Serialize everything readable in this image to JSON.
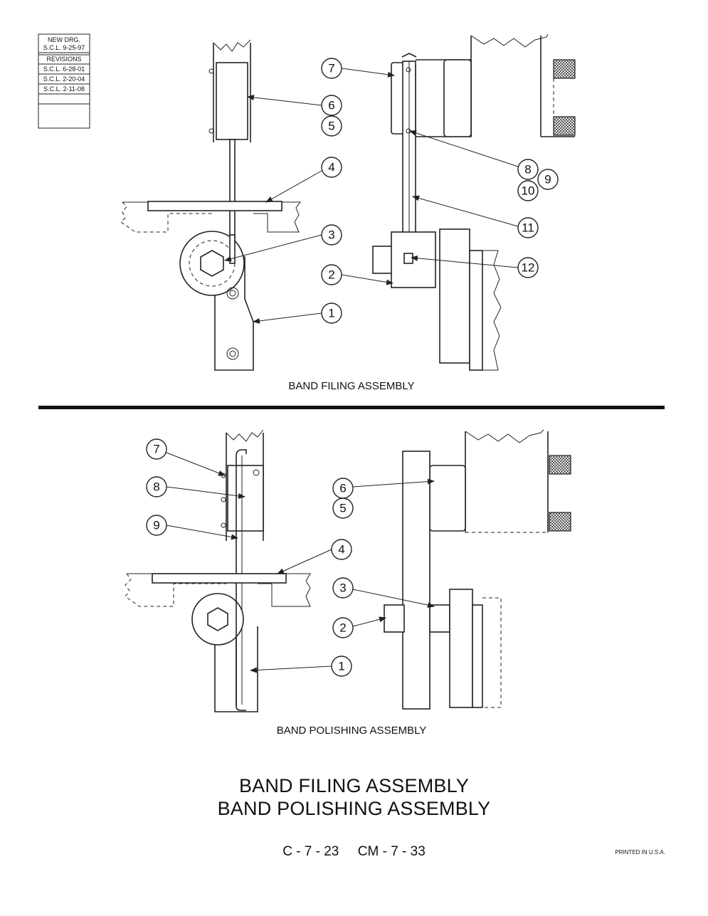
{
  "revision_block": {
    "header": "NEW DRG.",
    "original": "S.C.L. 9-25-97",
    "revisions_label": "REVISIONS",
    "entries": [
      "S.C.L. 6-28-01",
      "S.C.L. 2-20-04",
      "S.C.L. 2-11-08"
    ]
  },
  "filing": {
    "caption": "BAND FILING ASSEMBLY",
    "callouts": [
      "7",
      "6",
      "5",
      "4",
      "3",
      "2",
      "1",
      "8",
      "9",
      "10",
      "11",
      "12"
    ]
  },
  "polishing": {
    "caption": "BAND POLISHING ASSEMBLY",
    "callouts": [
      "7",
      "8",
      "9",
      "6",
      "5",
      "4",
      "3",
      "2",
      "1"
    ]
  },
  "title": {
    "line1": "BAND FILING ASSEMBLY",
    "line2": "BAND POLISHING ASSEMBLY"
  },
  "page_number": "C - 7 - 23     CM - 7 - 33",
  "printed": "PRINTED IN U.S.A."
}
